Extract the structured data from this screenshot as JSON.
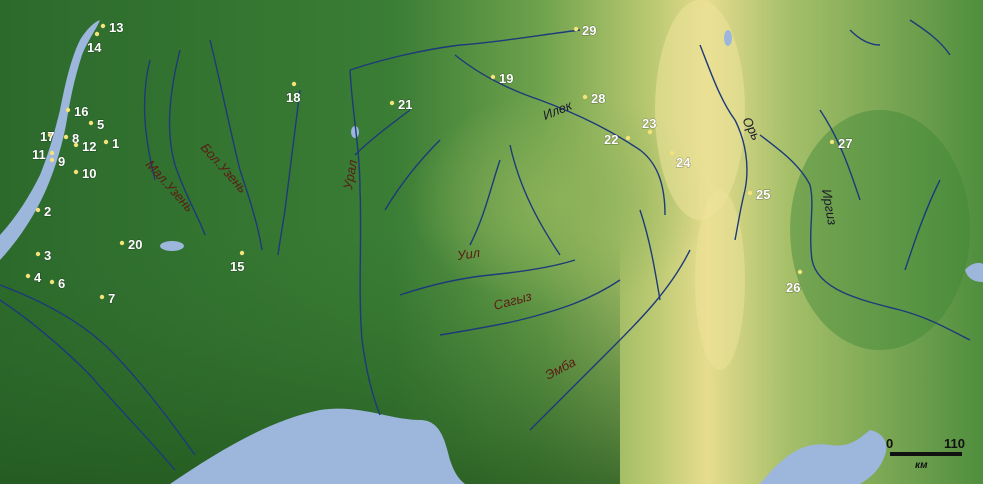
{
  "sites": [
    "1",
    "2",
    "3",
    "4",
    "5",
    "6",
    "7",
    "8",
    "9",
    "10",
    "11",
    "12",
    "13",
    "14",
    "15",
    "16",
    "17",
    "18",
    "19",
    "20",
    "21",
    "22",
    "23",
    "24",
    "25",
    "26",
    "27",
    "28",
    "29"
  ],
  "rivers": {
    "ilek": "Илек",
    "or": "Орь",
    "irgiz": "Иргиз",
    "ural": "Урал",
    "uil": "Уил",
    "sagyz": "Сагыз",
    "emba": "Эмба",
    "bol_uzen": "Бол.Узень",
    "mal_uzen": "Мал.Узень"
  },
  "scale": {
    "start": "0",
    "end": "110",
    "unit": "км"
  },
  "colors": {
    "lowland": "#2f6e2d",
    "highland": "#e4d98a",
    "water": "#9cb6dc",
    "river": "#1d3a7a",
    "site_dot": "#f4e37a"
  }
}
